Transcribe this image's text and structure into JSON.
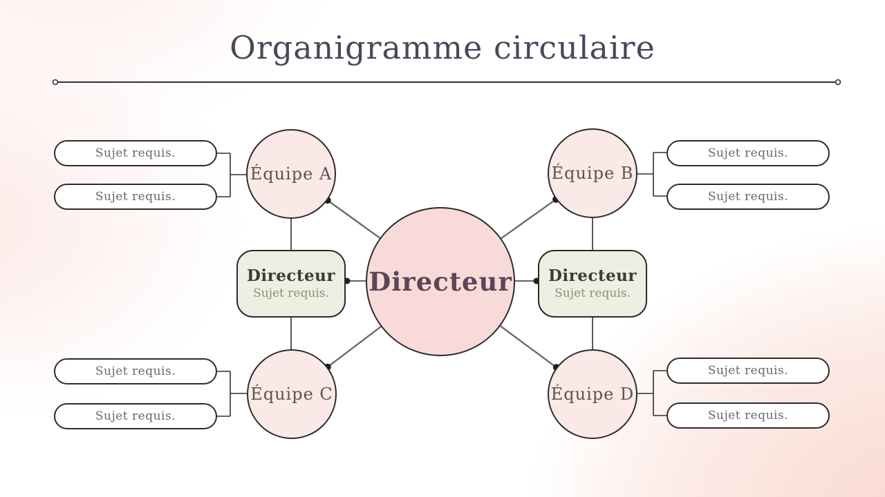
{
  "title": "Organigramme circulaire",
  "center_node": {
    "label": "Directeur"
  },
  "teams": [
    {
      "id": "A",
      "label": "Équipe A"
    },
    {
      "id": "B",
      "label": "Équipe B"
    },
    {
      "id": "C",
      "label": "Équipe C"
    },
    {
      "id": "D",
      "label": "Équipe D"
    }
  ],
  "director_boxes": [
    {
      "side": "left",
      "title": "Directeur",
      "subtitle": "Sujet requis."
    },
    {
      "side": "right",
      "title": "Directeur",
      "subtitle": "Sujet requis."
    }
  ],
  "pills": [
    {
      "label": "Sujet requis."
    },
    {
      "label": "Sujet requis."
    },
    {
      "label": "Sujet requis."
    },
    {
      "label": "Sujet requis."
    },
    {
      "label": "Sujet requis."
    },
    {
      "label": "Sujet requis."
    },
    {
      "label": "Sujet requis."
    },
    {
      "label": "Sujet requis."
    }
  ],
  "colors": {
    "background_pink": "#f9d8cf",
    "center_circle_fill": "#f8dbd9",
    "team_circle_fill": "#fbe9e7",
    "director_box_fill": "#edefe2",
    "pill_fill": "#ffffff",
    "node_outline": "#2b2b2b",
    "title_text": "#4d4659",
    "center_text": "#5b4659",
    "team_text": "#5a544b",
    "box_title_text": "#3e3b34",
    "box_subtitle_text": "#8a9178",
    "pill_text": "#6b6666",
    "connector_thin": "#2f2f2f",
    "connector_diagonal": "#6a6a6a"
  }
}
